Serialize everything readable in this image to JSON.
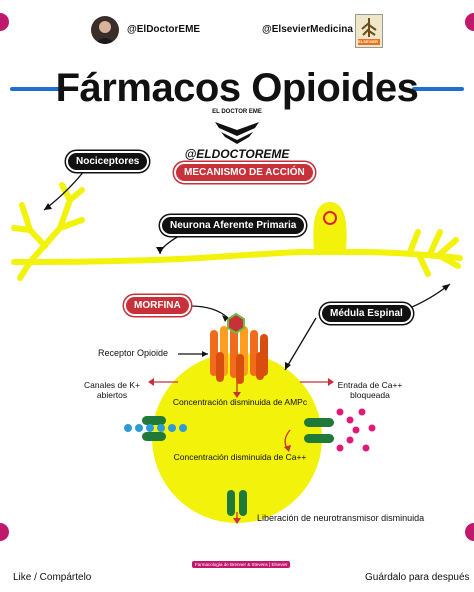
{
  "header": {
    "left_handle": "@ElDoctorEME",
    "right_handle": "@ElsevierMedicina",
    "elsevier_logo_text": "ELSEVIER"
  },
  "title": "Fármacos Opioides",
  "brand": {
    "logo_text": "EL DOCTOR EME",
    "handle": "@ELDOCTOREME"
  },
  "mechanism_badge": "MECANISMO DE ACCIÓN",
  "labels": {
    "nociceptores": "Nociceptores",
    "neurona": "Neurona Aferente Primaria",
    "morfina": "MORFINA",
    "medula": "Médula Espinal",
    "receptor": "Receptor Opioide",
    "canales_k": "Canales de K+\nabiertos",
    "ampc": "Concentración disminuida de AMPc",
    "entrada_ca": "Entrada de Ca++\nbloqueada",
    "ca": "Concentración disminuida de Ca++",
    "liberacion": "Liberación de neurotransmisor disminuida"
  },
  "source": "Farmacología de Brenner & Stevens | Elsevier",
  "footer": {
    "left": "Like / Compártelo",
    "right": "Guárdalo para después"
  },
  "colors": {
    "blue_accent": "#1f6fd1",
    "magenta": "#c0186a",
    "yellow": "#f2f20a",
    "red_badge": "#c8303a",
    "receptor_orange": "#f26a1b",
    "channel_green": "#1f7a3a"
  }
}
